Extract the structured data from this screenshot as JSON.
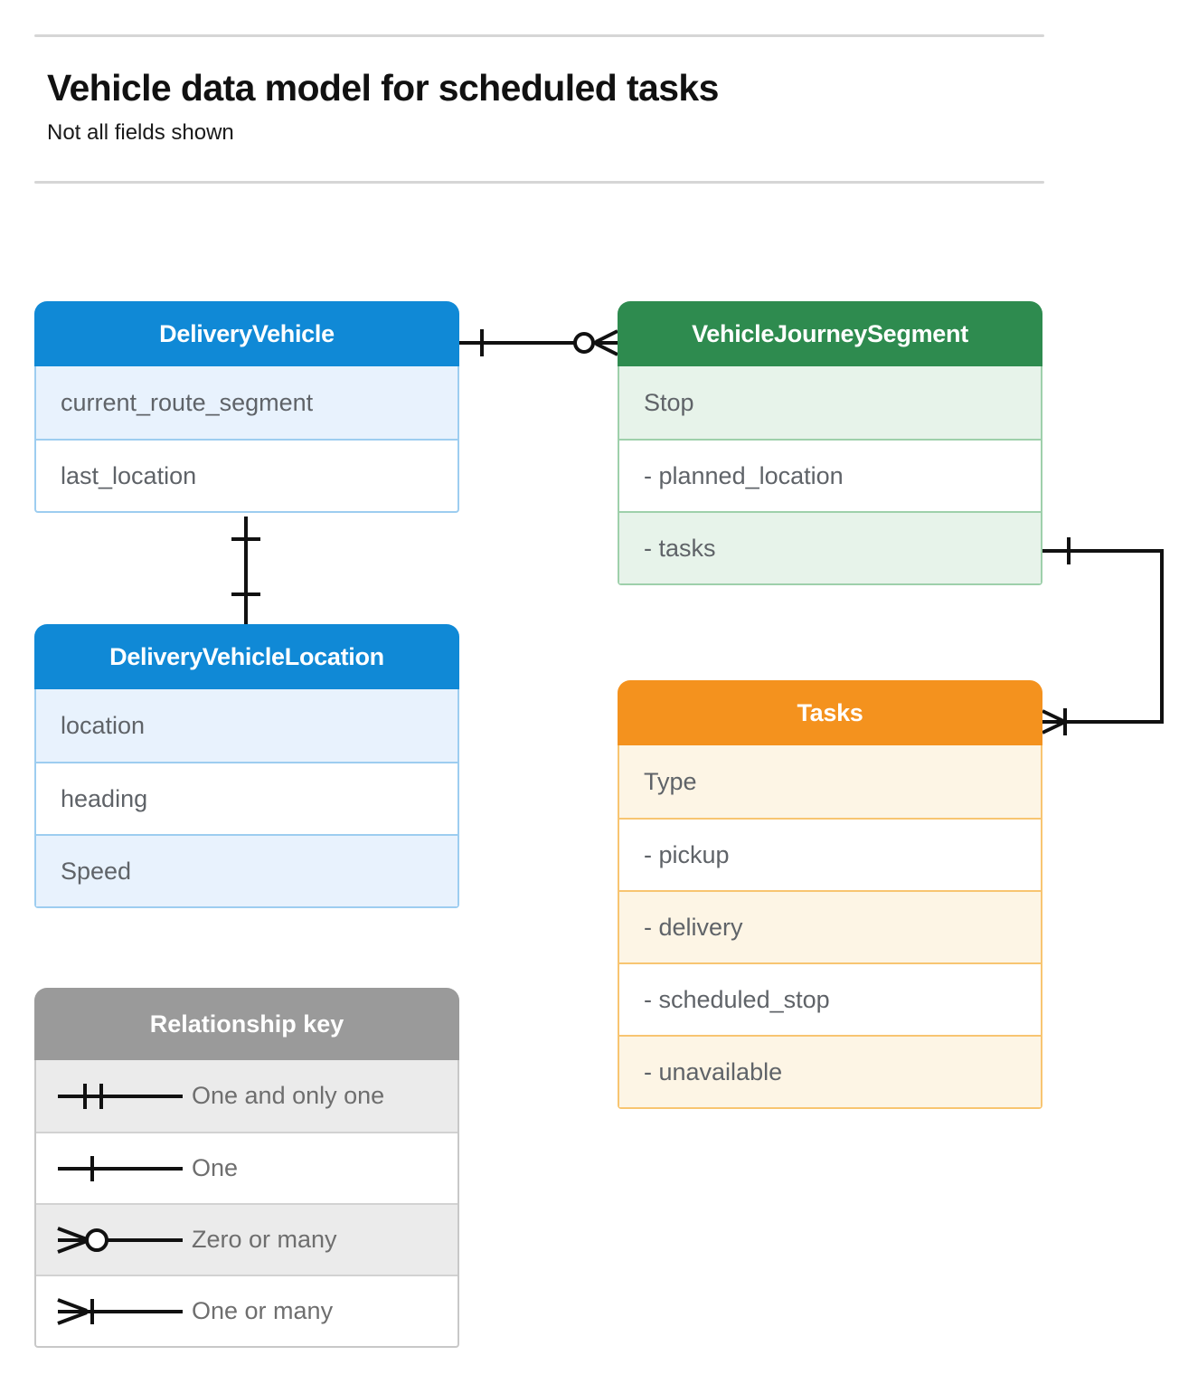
{
  "header": {
    "title": "Vehicle data model for scheduled tasks",
    "subtitle": "Not all fields shown"
  },
  "colors": {
    "blue_header": "#1089d6",
    "blue_row": "#e8f2fd",
    "blue_border": "#9dcdf0",
    "green_header": "#2e8b4f",
    "green_row": "#e7f3ea",
    "green_border": "#9ed0ab",
    "orange_header": "#f4921e",
    "orange_row": "#fdf5e5",
    "orange_border": "#f8c571",
    "gray_header": "#9a9a9a",
    "gray_row": "#ebebeb",
    "line": "#111111",
    "field_text": "#5f6368"
  },
  "entities": [
    {
      "name": "DeliveryVehicle",
      "color": "blue",
      "fields": [
        {
          "label": "current_route_segment"
        },
        {
          "label": "last_location"
        }
      ]
    },
    {
      "name": "VehicleJourneySegment",
      "color": "green",
      "fields": [
        {
          "label": "Stop"
        },
        {
          "label": "-  planned_location"
        },
        {
          "label": "- tasks"
        }
      ]
    },
    {
      "name": "DeliveryVehicleLocation",
      "color": "blue",
      "fields": [
        {
          "label": "location"
        },
        {
          "label": "heading"
        },
        {
          "label": "Speed"
        }
      ]
    },
    {
      "name": "Tasks",
      "color": "orange",
      "fields": [
        {
          "label": "Type"
        },
        {
          "label": "-  pickup"
        },
        {
          "label": "-  delivery"
        },
        {
          "label": "-  scheduled_stop"
        },
        {
          "label": "-  unavailable"
        }
      ]
    }
  ],
  "legend": {
    "title": "Relationship key",
    "items": [
      {
        "label": "One and only one",
        "symbol": "one-and-only-one-symbol"
      },
      {
        "label": "One",
        "symbol": "one-symbol"
      },
      {
        "label": "Zero or many",
        "symbol": "zero-or-many-symbol"
      },
      {
        "label": "One or many",
        "symbol": "one-or-many-symbol"
      }
    ]
  },
  "relationships": [
    {
      "from": "DeliveryVehicle",
      "to": "VehicleJourneySegment",
      "from_cardinality": "One",
      "to_cardinality": "Zero or many"
    },
    {
      "from": "DeliveryVehicle",
      "to": "DeliveryVehicleLocation",
      "from_cardinality": "One",
      "to_cardinality": "One"
    },
    {
      "from": "VehicleJourneySegment",
      "to": "Tasks",
      "from_cardinality": "One",
      "to_cardinality": "One or many"
    }
  ]
}
